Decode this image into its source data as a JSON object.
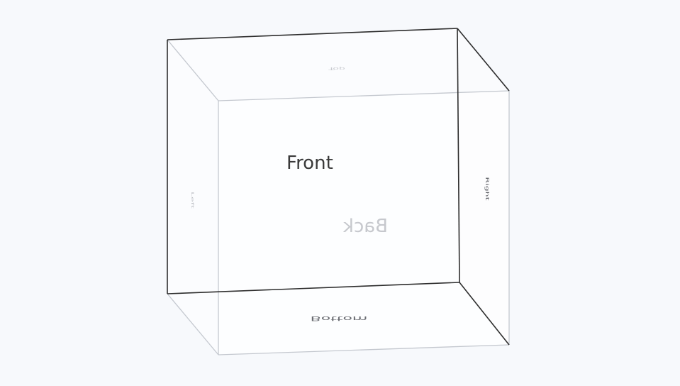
{
  "cube": {
    "faces": {
      "front": "Front",
      "back": "Back",
      "top": "Top",
      "bottom": "Bottom",
      "left": "Left",
      "right": "Right"
    }
  },
  "colors": {
    "background": "#f7f9fc",
    "edge_dark": "#2b2b2b",
    "edge_light": "#b8bcc4",
    "front_text": "#3a3a3a",
    "back_text": "#c9cbd0",
    "faded_text": "#9a9ca2"
  }
}
